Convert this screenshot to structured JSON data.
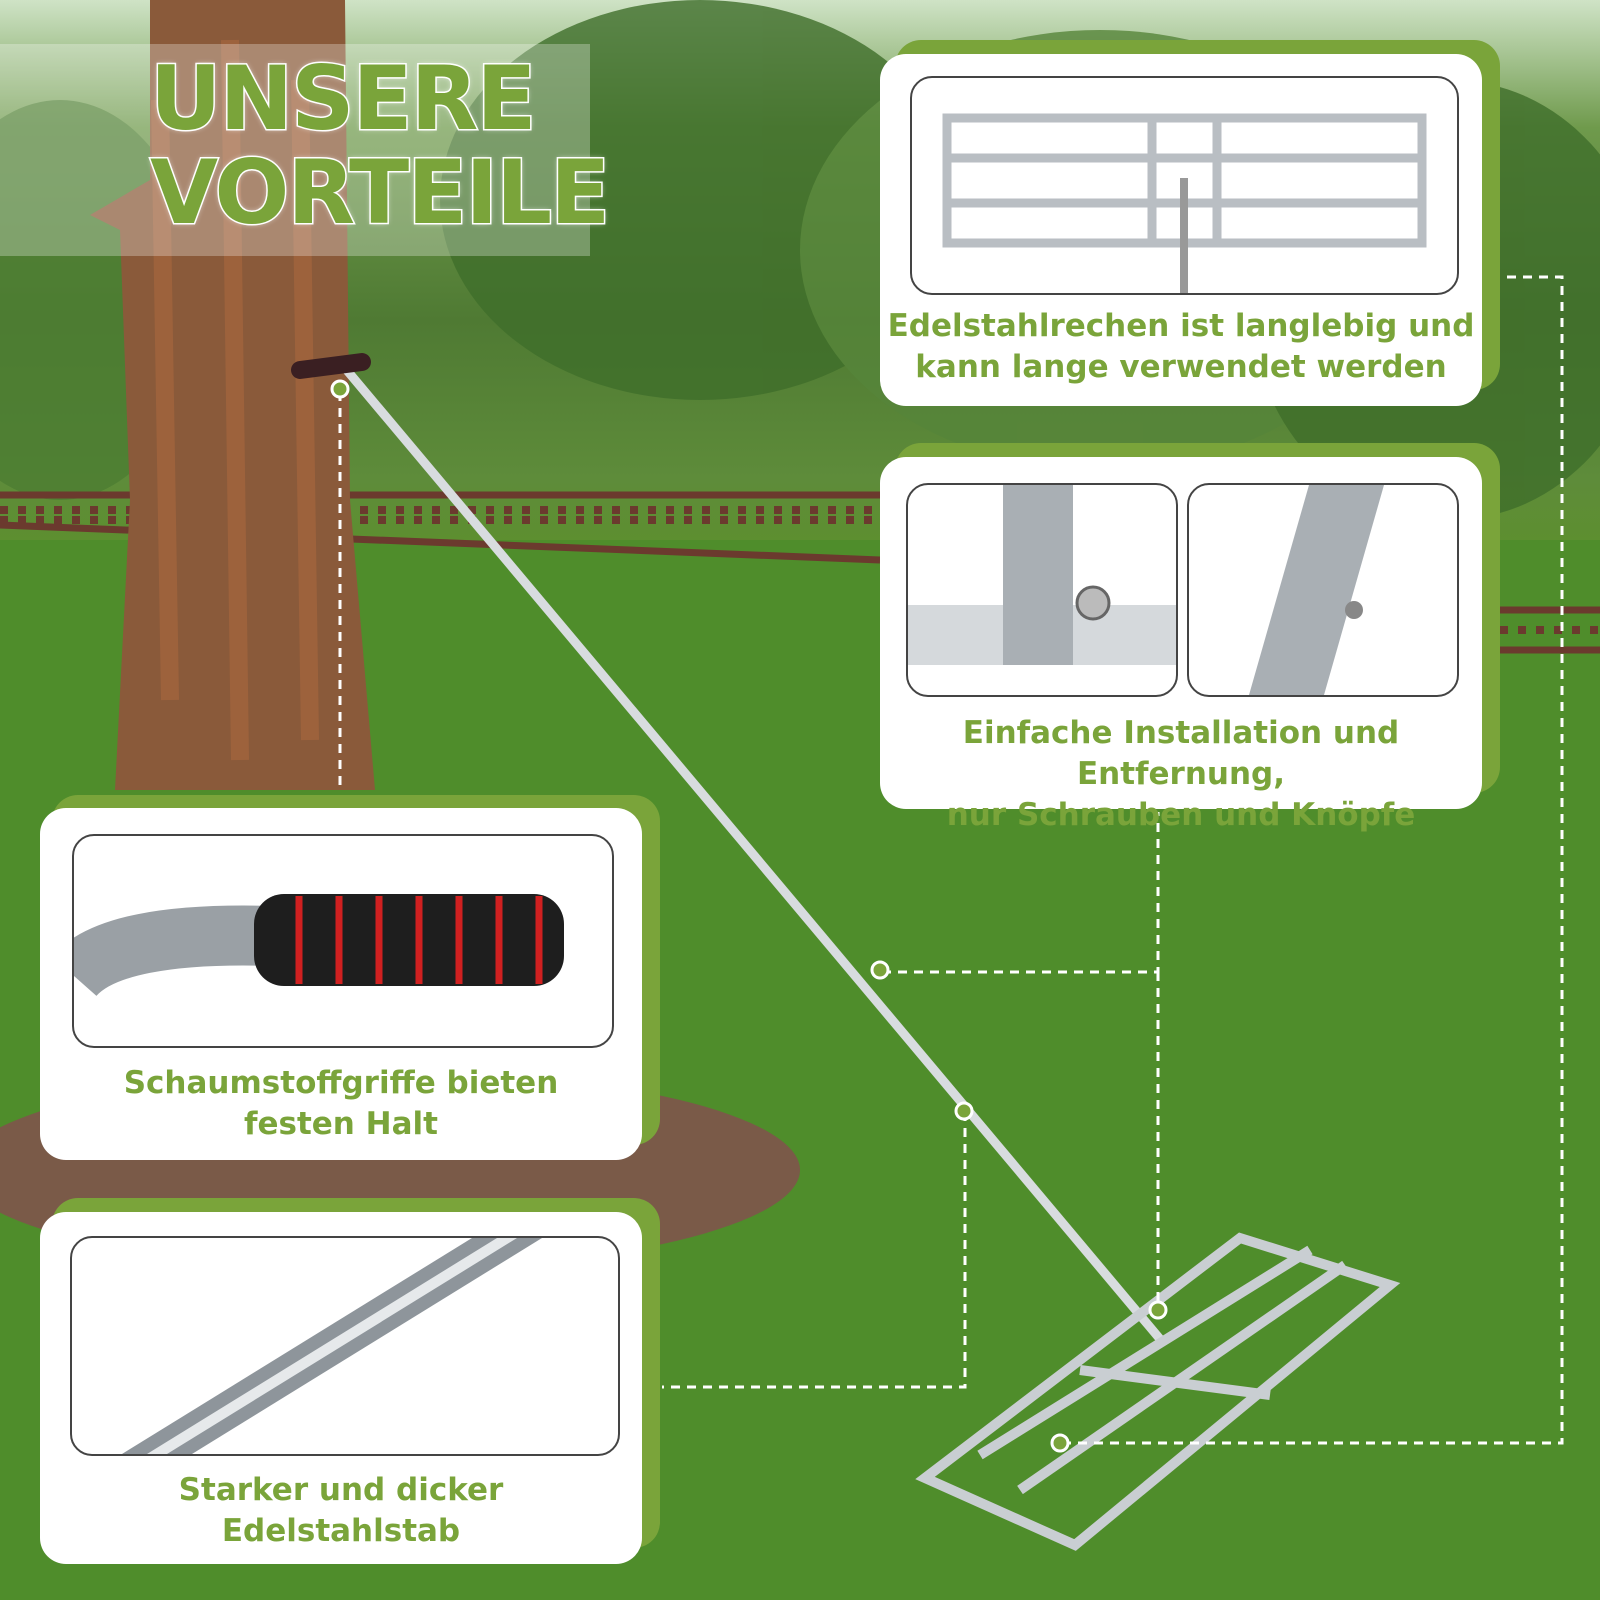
{
  "headline": {
    "line1": "UNSERE",
    "line2": "VORTEILE"
  },
  "features": [
    {
      "caption_line1": "Edelstahlrechen ist langlebig und",
      "caption_line2": "kann lange verwendet werden",
      "icon": "rake-head-photo"
    },
    {
      "caption_line1": "Einfache Installation und Entfernung,",
      "caption_line2": "nur Schrauben und Knöpfe",
      "icon": "screw-joint-photo"
    },
    {
      "caption_line1": "Schaumstoffgriffe bieten",
      "caption_line2": "festen Halt",
      "icon": "foam-grip-photo"
    },
    {
      "caption_line1": "Starker und dicker",
      "caption_line2": "Edelstahlstab",
      "icon": "steel-rod-photo"
    }
  ],
  "colors": {
    "accent": "#7aa43a",
    "grass": "#4f8a2a",
    "trunk": "#8a5a3a",
    "fence": "#6b3a2e"
  }
}
